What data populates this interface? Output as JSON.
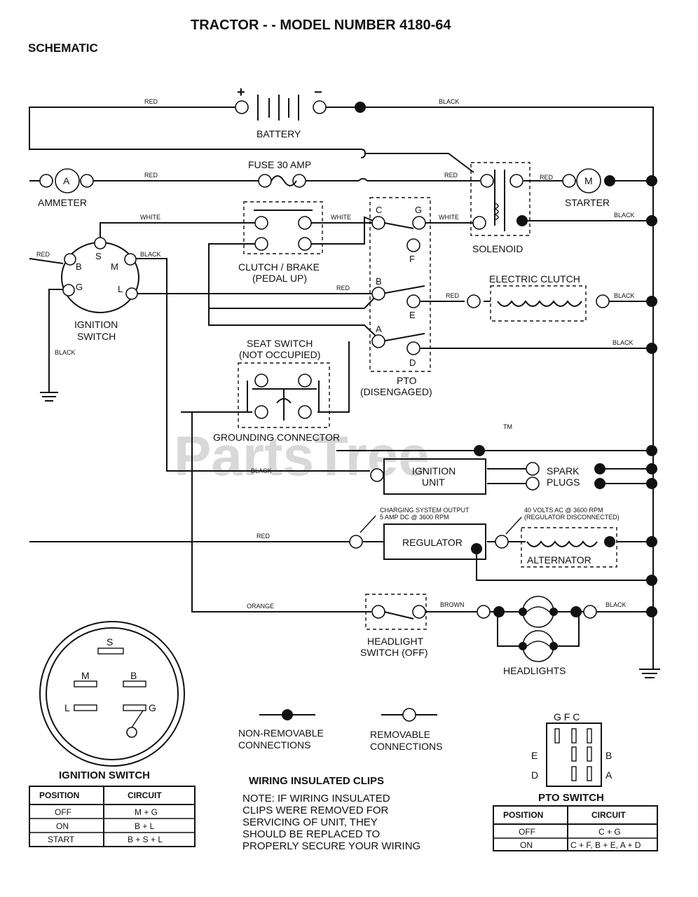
{
  "title": "TRACTOR - - MODEL NUMBER 4180-64",
  "section": "SCHEMATIC",
  "watermark": "PartsTree",
  "watermark_tm": "TM",
  "components": {
    "battery": "BATTERY",
    "battery_pos": "+",
    "battery_neg": "−",
    "fuse": "FUSE 30 AMP",
    "ammeter": "AMMETER",
    "ammeter_symbol": "A",
    "starter": "STARTER",
    "starter_symbol": "M",
    "solenoid": "SOLENOID",
    "clutch_brake_1": "CLUTCH / BRAKE",
    "clutch_brake_2": "(PEDAL UP)",
    "ignition_switch_1": "IGNITION",
    "ignition_switch_2": "SWITCH",
    "electric_clutch": "ELECTRIC CLUTCH",
    "seat_switch_1": "SEAT SWITCH",
    "seat_switch_2": "(NOT OCCUPIED)",
    "grounding_connector": "GROUNDING CONNECTOR",
    "pto_1": "PTO",
    "pto_2": "(DISENGAGED)",
    "ignition_unit_1": "IGNITION",
    "ignition_unit_2": "UNIT",
    "spark_plugs_1": "SPARK",
    "spark_plugs_2": "PLUGS",
    "regulator": "REGULATOR",
    "alternator": "ALTERNATOR",
    "charging_note_1": "CHARGING SYSTEM OUTPUT",
    "charging_note_2": "5 AMP DC @ 3600 RPM",
    "volts_note_1": "40 VOLTS AC @ 3600 RPM",
    "volts_note_2": "(REGULATOR DISCONNECTED)",
    "headlight_switch_1": "HEADLIGHT",
    "headlight_switch_2": "SWITCH (OFF)",
    "headlights": "HEADLIGHTS"
  },
  "wire_labels": {
    "red_battery": "RED",
    "black_battery": "BLACK",
    "red_fuse": "RED",
    "red_solenoid": "RED",
    "red_starter": "RED",
    "white_switch": "WHITE",
    "white_clutch": "WHITE",
    "white_solenoid": "WHITE",
    "black_solenoid": "BLACK",
    "red_ign_left": "RED",
    "black_ign_m": "BLACK",
    "red_pto_b": "RED",
    "red_e_clutch": "RED",
    "black_e_clutch": "BLACK",
    "black_ground": "BLACK",
    "black_pto_d": "BLACK",
    "black_ign_unit": "BLACK",
    "red_regulator": "RED",
    "orange": "ORANGE",
    "brown": "BROWN",
    "black_headlight": "BLACK"
  },
  "pins": {
    "ign_s": "S",
    "ign_b": "B",
    "ign_m": "M",
    "ign_g": "G",
    "ign_l": "L",
    "pto_c": "C",
    "pto_g": "G",
    "pto_f": "F",
    "pto_b": "B",
    "pto_e": "E",
    "pto_a": "A",
    "pto_d": "D"
  },
  "legend": {
    "non_removable_1": "NON-REMOVABLE",
    "non_removable_2": "CONNECTIONS",
    "removable_1": "REMOVABLE",
    "removable_2": "CONNECTIONS"
  },
  "ignition_diagram": {
    "title": "IGNITION SWITCH",
    "s": "S",
    "m": "M",
    "b": "B",
    "l": "L",
    "g": "G"
  },
  "ignition_table": {
    "headers": [
      "POSITION",
      "CIRCUIT"
    ],
    "rows": [
      [
        "OFF",
        "M + G"
      ],
      [
        "ON",
        "B + L"
      ],
      [
        "START",
        "B + S + L"
      ]
    ]
  },
  "note": {
    "heading": "WIRING INSULATED CLIPS",
    "lines": [
      "NOTE: IF WIRING INSULATED",
      "CLIPS WERE REMOVED FOR",
      "SERVICING OF UNIT, THEY",
      "SHOULD BE REPLACED TO",
      "PROPERLY SECURE YOUR WIRING"
    ]
  },
  "pto_diagram": {
    "top": "G F C",
    "e": "E",
    "d": "D",
    "b": "B",
    "a": "A"
  },
  "pto_table": {
    "title": "PTO SWITCH",
    "headers": [
      "POSITION",
      "CIRCUIT"
    ],
    "rows": [
      [
        "OFF",
        "C + G"
      ],
      [
        "ON",
        "C + F, B + E, A + D"
      ]
    ]
  }
}
